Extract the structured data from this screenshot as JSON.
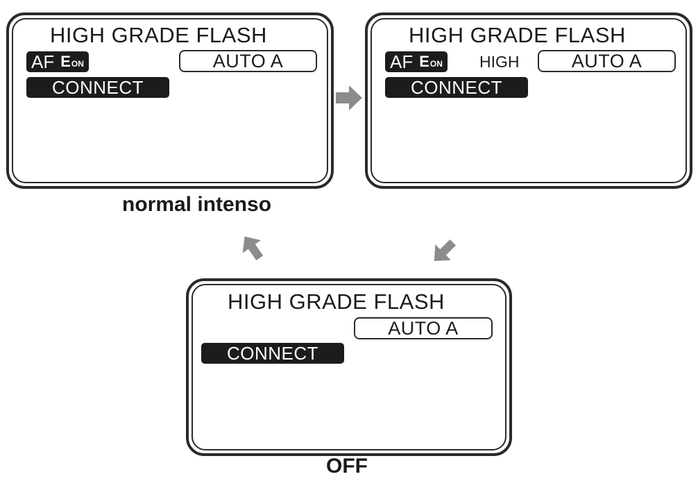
{
  "screens": {
    "normal": {
      "title": "HIGH GRADE FLASH",
      "af_label": "AF",
      "af_icon_main": "E",
      "af_icon_sub": "ON",
      "mode_box": "AUTO A",
      "connect_label": "CONNECT"
    },
    "high": {
      "title": "HIGH GRADE FLASH",
      "af_label": "AF",
      "af_icon_main": "E",
      "af_icon_sub": "ON",
      "level_text": "HIGH",
      "mode_box": "AUTO A",
      "connect_label": "CONNECT"
    },
    "off": {
      "title": "HIGH GRADE FLASH",
      "mode_box": "AUTO A",
      "connect_label": "CONNECT"
    }
  },
  "captions": {
    "normal": "normal intenso",
    "off": "OFF"
  },
  "colors": {
    "arrow": "#8c8c8c",
    "pill": "#1c1c1c",
    "frame": "#2a2a2a"
  },
  "icons": {
    "af_illuminator": "af-illuminator-icon",
    "cycle_arrows": "arrow-icon"
  }
}
